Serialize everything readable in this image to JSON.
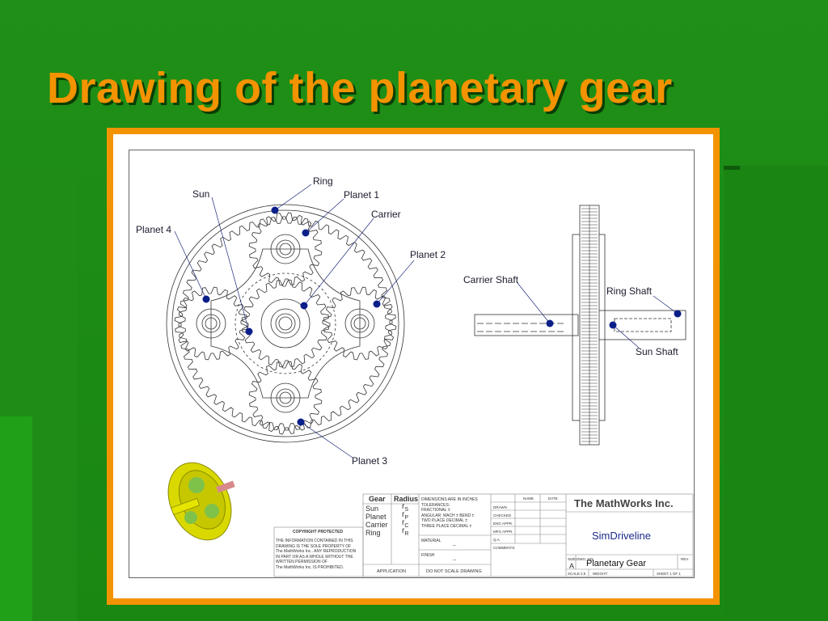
{
  "slide": {
    "title": "Drawing of the planetary gear"
  },
  "colors": {
    "background": "#1f8f17",
    "title": "#f39300",
    "frame_border": "#f39300",
    "callout_dot": "#0b1f8a"
  },
  "drawing": {
    "front_view_labels": {
      "ring": "Ring",
      "sun": "Sun",
      "planet1": "Planet 1",
      "carrier": "Carrier",
      "planet4": "Planet 4",
      "planet2": "Planet 2",
      "planet3": "Planet 3"
    },
    "side_view_labels": {
      "carrier_shaft": "Carrier Shaft",
      "ring_shaft": "Ring Shaft",
      "sun_shaft": "Sun Shaft"
    }
  },
  "title_block": {
    "gear_table": {
      "headers": [
        "Gear",
        "Radius"
      ],
      "rows": [
        {
          "gear": "Sun",
          "radius": "r",
          "sub": "S"
        },
        {
          "gear": "Planet",
          "radius": "r",
          "sub": "P"
        },
        {
          "gear": "Carrier",
          "radius": "r",
          "sub": "C"
        },
        {
          "gear": "Ring",
          "radius": "r",
          "sub": "R"
        }
      ]
    },
    "copyright_heading": "COPYRIGHT PROTECTED",
    "copyright_text": [
      "THE INFORMATION CONTAINED IN THIS",
      "DRAWING IS THE SOLE PROPERTY OF",
      "The MathWorks Inc.. ANY REPRODUCTION",
      "IN PART OR AS A WHOLE WITHOUT THE",
      "WRITTEN PERMISSION OF",
      "The MathWorks Inc. IS PROHIBITED."
    ],
    "dimensions_text": [
      "DIMENSIONS ARE IN INCHES",
      "TOLERANCES:",
      "FRACTIONAL ±",
      "ANGULAR: MACH ±   BEND ±",
      "TWO PLACE DECIMAL    ±",
      "THREE PLACE DECIMAL  ±"
    ],
    "material_label": "MATERIAL",
    "material_value": "--",
    "finish_label": "FINISH",
    "finish_value": "--",
    "application_label": "APPLICATION",
    "do_not_scale": "DO NOT SCALE DRAWING",
    "name_header": "NAME",
    "date_header": "DATE",
    "signoff_rows": [
      "DRAWN",
      "CHECKED",
      "ENG APPR.",
      "MFG APPR.",
      "Q.A.",
      "COMMENTS:"
    ],
    "company": "The MathWorks Inc.",
    "project": "SimDriveline",
    "size_label": "SIZE",
    "dwg_label": "DWG. NO.",
    "size_value": "A",
    "drawing_name": "Planetary Gear",
    "rev_label": "REV.",
    "scale_label": "SCALE:1:5",
    "weight_label": "WEIGHT:",
    "sheet_label": "SHEET 1 OF 1"
  }
}
